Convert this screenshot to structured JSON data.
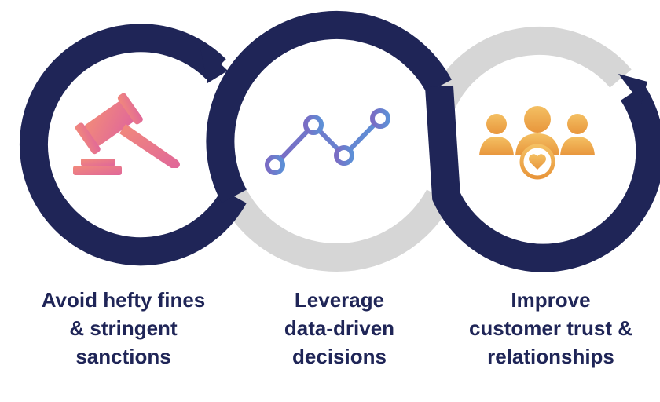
{
  "benefits": [
    {
      "icon": "gavel-icon",
      "lines": [
        "Avoid hefty fines",
        "& stringent",
        "sanctions"
      ]
    },
    {
      "icon": "line-chart-icon",
      "lines": [
        "Leverage",
        "data-driven",
        "decisions"
      ]
    },
    {
      "icon": "customer-group-heart-icon",
      "lines": [
        "Improve",
        "customer trust &",
        "relationships"
      ]
    }
  ],
  "colors": {
    "navy": "#1f2557",
    "grey": "#d6d6d6",
    "gavel_gradient": [
      "#f28a7a",
      "#e0679a"
    ],
    "chart_gradient": [
      "#7a6cc4",
      "#5d8fd6"
    ],
    "people_gradient": [
      "#f4c063",
      "#e8963c"
    ]
  }
}
